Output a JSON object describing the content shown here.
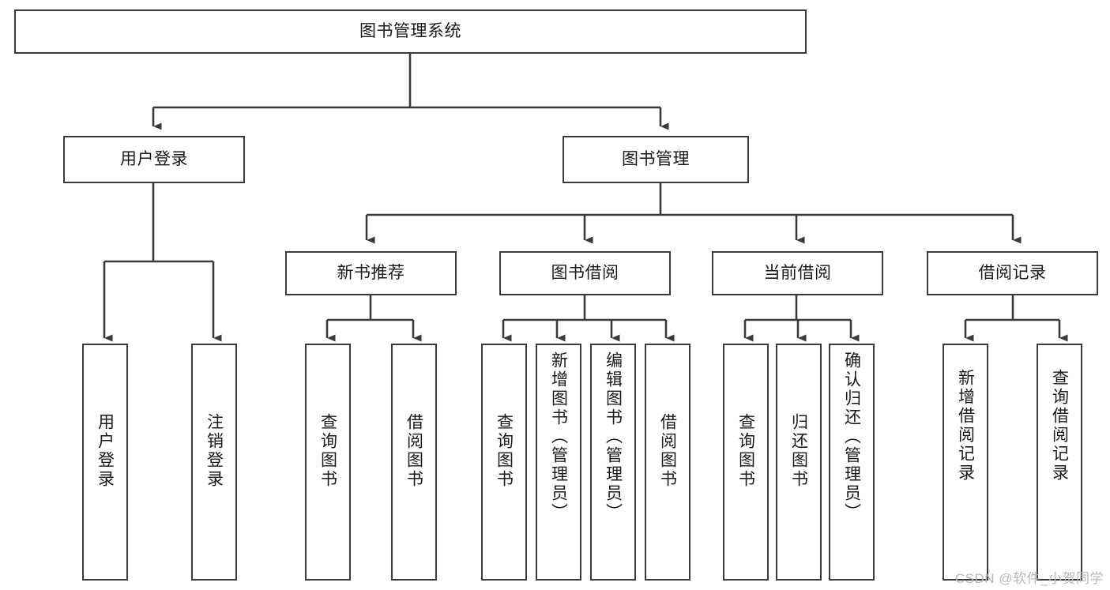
{
  "diagram": {
    "title": "图书管理系统",
    "type": "tree-hierarchy-chart",
    "watermark": "CSDN @软件_小贺同学",
    "colors": {
      "stroke": "#3a3a3a",
      "fill": "#ffffff",
      "text": "#1a1a1a",
      "watermark": "#b9b9b9"
    },
    "levels": {
      "root": {
        "label": "图书管理系统"
      },
      "level2": [
        {
          "id": "user-login",
          "label": "用户登录"
        },
        {
          "id": "book-manage",
          "label": "图书管理"
        }
      ],
      "level3": [
        {
          "id": "new-book-recommend",
          "label": "新书推荐",
          "parent": "book-manage"
        },
        {
          "id": "book-borrow",
          "label": "图书借阅",
          "parent": "book-manage"
        },
        {
          "id": "current-borrow",
          "label": "当前借阅",
          "parent": "book-manage"
        },
        {
          "id": "borrow-record",
          "label": "借阅记录",
          "parent": "book-manage"
        }
      ],
      "leaves": [
        {
          "id": "leaf-user-login",
          "label": "用户登录",
          "parent": "user-login"
        },
        {
          "id": "leaf-logout-login",
          "label": "注销登录",
          "parent": "user-login"
        },
        {
          "id": "leaf-query-book-1",
          "label": "查询图书",
          "parent": "new-book-recommend"
        },
        {
          "id": "leaf-borrow-book-1",
          "label": "借阅图书",
          "parent": "new-book-recommend"
        },
        {
          "id": "leaf-query-book-2",
          "label": "查询图书",
          "parent": "book-borrow"
        },
        {
          "id": "leaf-add-book",
          "label": "新增图书（管理员）",
          "parent": "book-borrow"
        },
        {
          "id": "leaf-edit-book",
          "label": "编辑图书（管理员）",
          "parent": "book-borrow"
        },
        {
          "id": "leaf-borrow-book-2",
          "label": "借阅图书",
          "parent": "book-borrow"
        },
        {
          "id": "leaf-query-book-3",
          "label": "查询图书",
          "parent": "current-borrow"
        },
        {
          "id": "leaf-return-book",
          "label": "归还图书",
          "parent": "current-borrow"
        },
        {
          "id": "leaf-confirm-return",
          "label": "确认归还（管理员）",
          "parent": "current-borrow"
        },
        {
          "id": "leaf-add-record",
          "label": "新增借阅记录",
          "parent": "borrow-record"
        },
        {
          "id": "leaf-query-record",
          "label": "查询借阅记录",
          "parent": "borrow-record"
        }
      ]
    }
  }
}
